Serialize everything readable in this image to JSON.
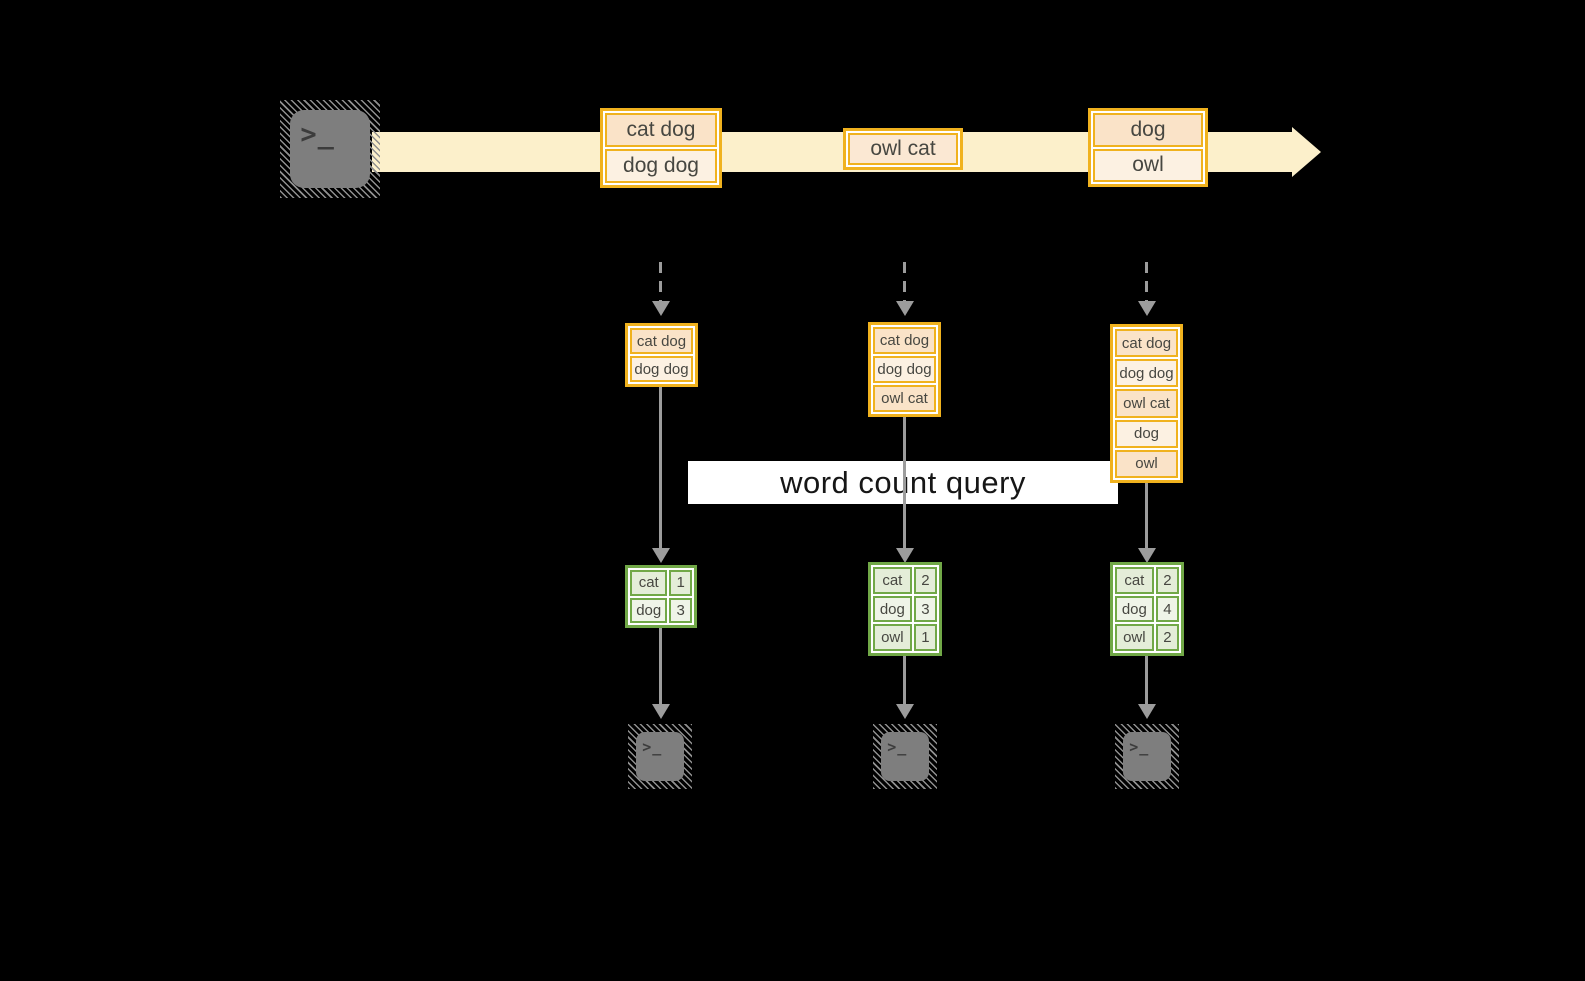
{
  "colors": {
    "background": "#000000",
    "stream_arrow": "#FCF0CB",
    "gold_border": "#F0B21E",
    "peach_fill": "#FAE3C8",
    "cream_fill": "#FCF1E2",
    "owlcat_fill": "#FBE8D3",
    "green_border": "#71A847",
    "green_fill_a": "#E4EDD8",
    "green_fill_b": "#EFF4E8",
    "connector_gray": "#9C9C9C",
    "terminal_gray": "#7E7E7E",
    "terminal_glyph": "#3C3C3C",
    "banner_bg": "#FFFFFF",
    "banner_text": "#161616",
    "cell_text": "#474741"
  },
  "icons": {
    "terminal_glyph": ">_"
  },
  "banner": {
    "label": "word count query"
  },
  "stream": {
    "records": [
      {
        "lines": [
          "cat dog",
          "dog dog"
        ]
      },
      {
        "lines": [
          "owl cat"
        ]
      },
      {
        "lines": [
          "dog",
          "owl"
        ]
      }
    ]
  },
  "pipelines": [
    {
      "buffer": [
        "cat dog",
        "dog dog"
      ],
      "counts": [
        [
          "cat",
          "1"
        ],
        [
          "dog",
          "3"
        ]
      ]
    },
    {
      "buffer": [
        "cat dog",
        "dog dog",
        "owl cat"
      ],
      "counts": [
        [
          "cat",
          "2"
        ],
        [
          "dog",
          "3"
        ],
        [
          "owl",
          "1"
        ]
      ]
    },
    {
      "buffer": [
        "cat dog",
        "dog dog",
        "owl cat",
        "dog",
        "owl"
      ],
      "counts": [
        [
          "cat",
          "2"
        ],
        [
          "dog",
          "4"
        ],
        [
          "owl",
          "2"
        ]
      ]
    }
  ]
}
